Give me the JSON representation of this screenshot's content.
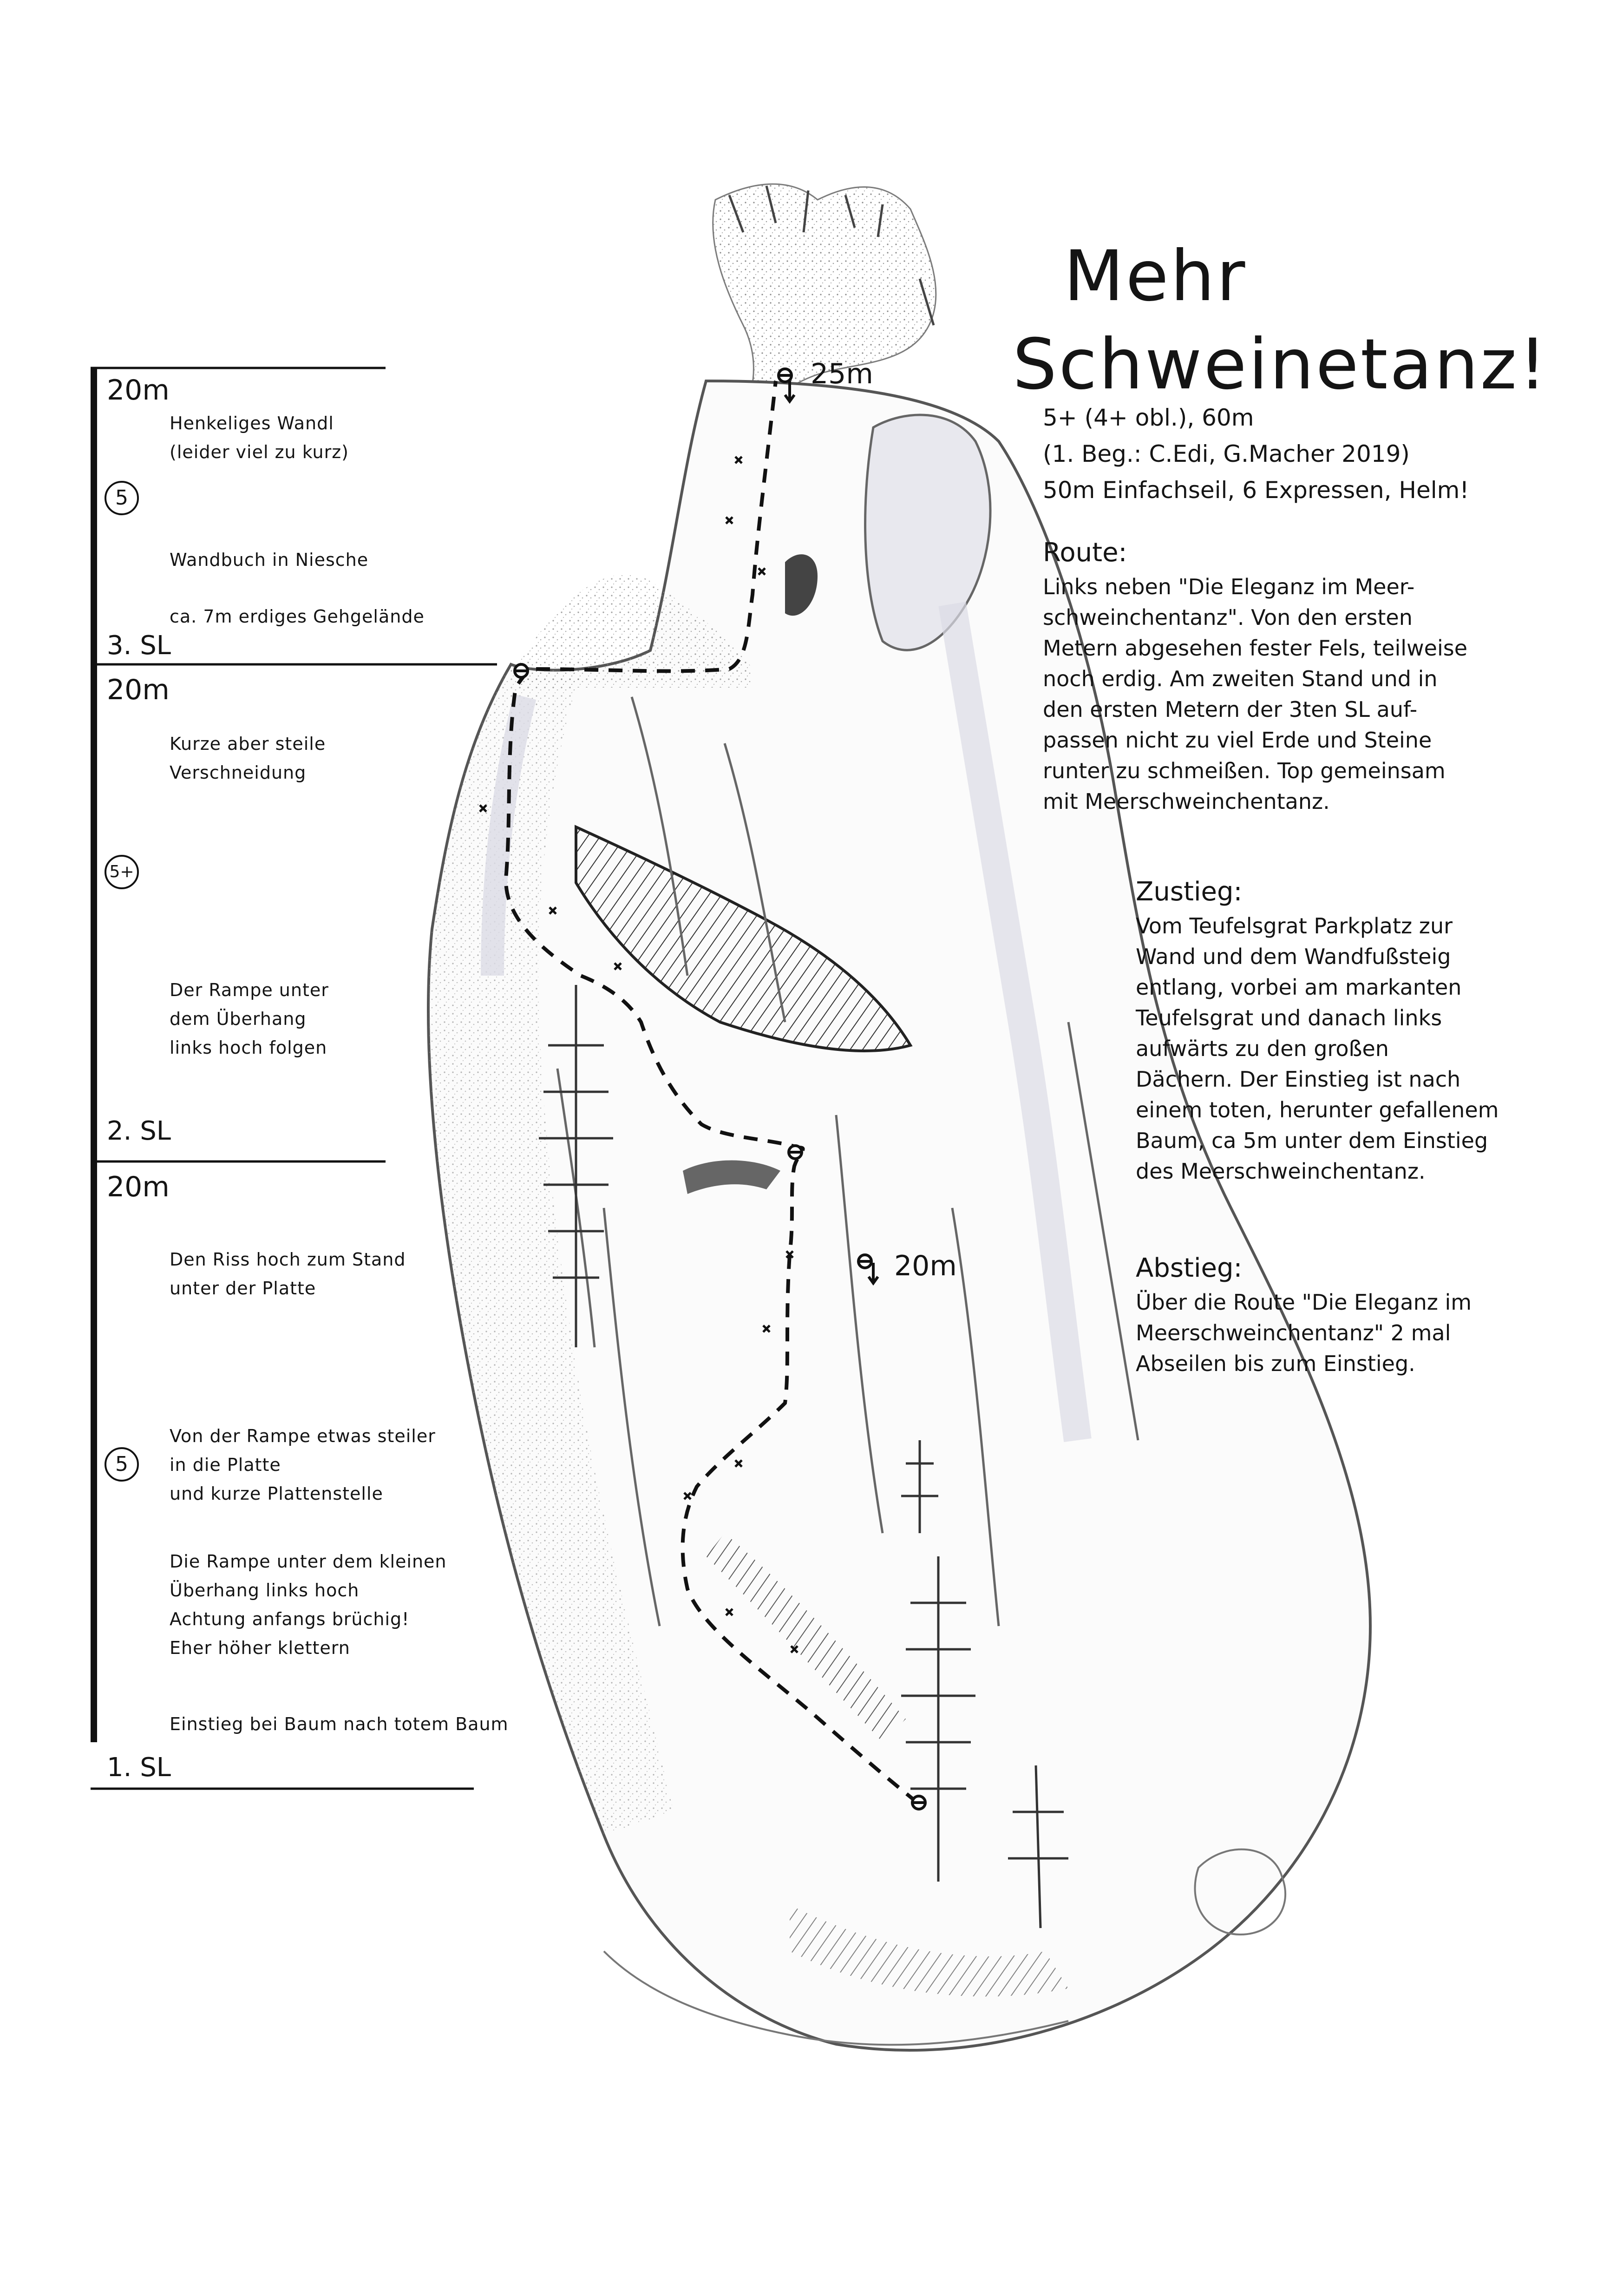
{
  "topo": {
    "title_line1": "Mehr",
    "title_line2": "Schweinetanz!",
    "grade_length": "5+ (4+ obl.), 60m",
    "first_ascent": "(1. Beg.: C.Edi, G.Macher 2019)",
    "gear": "50m Einfachseil, 6 Expressen, Helm!"
  },
  "route": {
    "heading": "Route:",
    "lines": [
      "Links neben \"Die Eleganz im Meer-",
      "schweinchentanz\". Von den ersten",
      "Metern abgesehen fester Fels, teilweise",
      "noch erdig. Am zweiten Stand und in",
      "den ersten Metern der 3ten SL auf-",
      "passen nicht zu viel Erde und Steine",
      "runter zu schmeißen. Top gemeinsam",
      "mit Meerschweinchentanz."
    ]
  },
  "zustieg": {
    "heading": "Zustieg:",
    "lines": [
      "Vom Teufelsgrat Parkplatz zur",
      "Wand und dem Wandfußsteig",
      "entlang, vorbei am markanten",
      "Teufelsgrat und danach links",
      "aufwärts zu den großen",
      "Dächern. Der Einstieg ist nach",
      "einem toten, herunter gefallenem",
      "Baum, ca 5m unter dem Einstieg",
      "des Meerschweinchentanz."
    ]
  },
  "abstieg": {
    "heading": "Abstieg:",
    "lines": [
      "Über die Route \"Die Eleganz im",
      "Meerschweinchentanz\" 2 mal",
      "Abseilen bis zum Einstieg."
    ]
  },
  "pitches": [
    {
      "length": "20m",
      "label": "3. SL",
      "grade": "5",
      "notes": [
        "Henkeliges Wandl",
        "(leider viel zu kurz)",
        "",
        "",
        "",
        "Wandbuch in Niesche",
        "",
        "ca. 7m erdiges Gehgelände"
      ]
    },
    {
      "length": "20m",
      "label": "2. SL",
      "grade": "5+",
      "notes": [
        "Kurze aber steile",
        "Verschneidung",
        "",
        "",
        "",
        "",
        "",
        "Der Rampe unter",
        "dem Überhang",
        "links hoch folgen"
      ]
    },
    {
      "length": "20m",
      "label": "1. SL",
      "grade": "5",
      "notes_a": [
        "Den Riss hoch zum Stand",
        "unter der Platte"
      ],
      "notes_b": [
        "Von der Rampe etwas steiler",
        "in die Platte",
        "und kurze Plattenstelle"
      ],
      "notes_c": [
        "Die Rampe unter dem kleinen",
        "Überhang links hoch",
        "Achtung anfangs brüchig!",
        "Eher höher klettern"
      ],
      "notes_d": [
        "Einstieg bei Baum nach totem Baum"
      ]
    }
  ],
  "anchors": {
    "top": "25m",
    "middle": "20m"
  },
  "colors": {
    "ink": "#141414",
    "route_line": "#111111",
    "rock_shade": "#8a8a8a",
    "shadow_tint": "#dcdce6"
  }
}
